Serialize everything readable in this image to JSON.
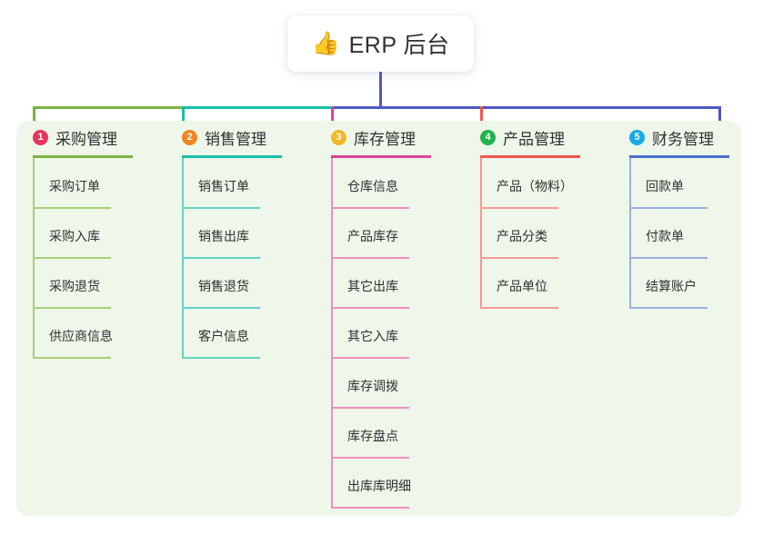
{
  "root": {
    "emoji": "👍",
    "emoji_name": "thumbs-up-icon",
    "title": "ERP 后台"
  },
  "colors": {
    "panel_bg": "#eef7e9",
    "page_bg": "#ffffff",
    "root_stem": "#4e58c8",
    "bus_left": "#7cb342",
    "bus_mid": "#16c0a6",
    "bus_right": "#4e58c8",
    "text": "#2f3033"
  },
  "columns": [
    {
      "number": "1",
      "title": "采购管理",
      "badge_color": "#e8365d",
      "rule_color": "#7cb342",
      "line_color": "#a8cf7a",
      "items": [
        "采购订单",
        "采购入库",
        "采购退货",
        "供应商信息"
      ]
    },
    {
      "number": "2",
      "title": "销售管理",
      "badge_color": "#f58220",
      "rule_color": "#16c0a6",
      "line_color": "#63d4c4",
      "items": [
        "销售订单",
        "销售出库",
        "销售退货",
        "客户信息"
      ]
    },
    {
      "number": "3",
      "title": "库存管理",
      "badge_color": "#f5b826",
      "rule_color": "#e0419a",
      "line_color": "#ef8ec0",
      "items": [
        "仓库信息",
        "产品库存",
        "其它出库",
        "其它入库",
        "库存调拨",
        "库存盘点",
        "出库库明细"
      ]
    },
    {
      "number": "4",
      "title": "产品管理",
      "badge_color": "#21b14b",
      "rule_color": "#f4554f",
      "line_color": "#f59a96",
      "items": [
        "产品（物料）",
        "产品分类",
        "产品单位"
      ]
    },
    {
      "number": "5",
      "title": "财务管理",
      "badge_color": "#18a9e8",
      "rule_color": "#4a6fcf",
      "line_color": "#9aaee0",
      "items": [
        "回款单",
        "付款单",
        "结算账户"
      ]
    }
  ]
}
